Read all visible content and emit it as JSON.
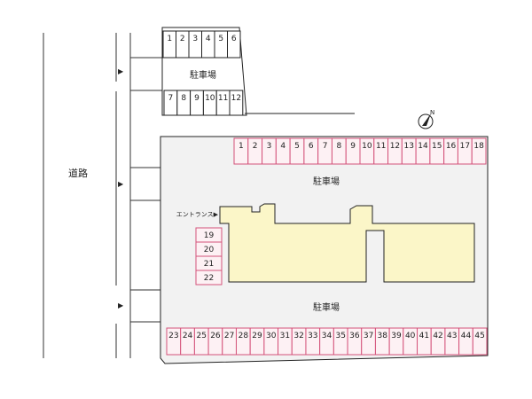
{
  "road_label": "道路",
  "entrance_label": "エントランス▶",
  "arrow_glyph": "▶",
  "north_label": "N",
  "top_lot": {
    "label": "駐車場",
    "row1": [
      "1",
      "2",
      "3",
      "4",
      "5",
      "6"
    ],
    "row2": [
      "7",
      "8",
      "9",
      "10",
      "11",
      "12"
    ]
  },
  "main_lot": {
    "top_label": "駐車場",
    "bottom_label": "駐車場",
    "top_row": [
      "1",
      "2",
      "3",
      "4",
      "5",
      "6",
      "7",
      "8",
      "9",
      "10",
      "11",
      "12",
      "13",
      "14",
      "15",
      "16",
      "17",
      "18"
    ],
    "side_column": [
      "19",
      "20",
      "21",
      "22"
    ],
    "bottom_row": [
      "23",
      "24",
      "25",
      "26",
      "27",
      "28",
      "29",
      "30",
      "31",
      "32",
      "33",
      "34",
      "35",
      "36",
      "37",
      "38",
      "39",
      "40",
      "41",
      "42",
      "43",
      "44",
      "45"
    ]
  },
  "colors": {
    "lot_fill": "#f2f2f2",
    "building_fill": "#fbf6c8",
    "space_border": "#d4527a",
    "space_fill": "#fdf1f4",
    "line": "#222222"
  }
}
